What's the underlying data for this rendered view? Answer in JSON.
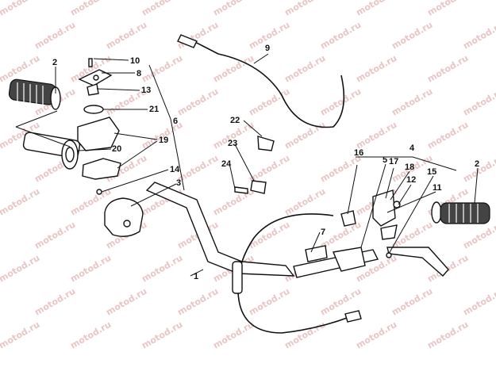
{
  "watermark": "motod.ru",
  "callouts": [
    {
      "id": "c1",
      "text": "1"
    },
    {
      "id": "c2a",
      "text": "2"
    },
    {
      "id": "c2b",
      "text": "2"
    },
    {
      "id": "c3",
      "text": "3"
    },
    {
      "id": "c4",
      "text": "4"
    },
    {
      "id": "c5",
      "text": "5"
    },
    {
      "id": "c6",
      "text": "6"
    },
    {
      "id": "c7",
      "text": "7"
    },
    {
      "id": "c8",
      "text": "8"
    },
    {
      "id": "c9",
      "text": "9"
    },
    {
      "id": "c10",
      "text": "10"
    },
    {
      "id": "c11",
      "text": "11"
    },
    {
      "id": "c12",
      "text": "12"
    },
    {
      "id": "c13",
      "text": "13"
    },
    {
      "id": "c14",
      "text": "14"
    },
    {
      "id": "c15",
      "text": "15"
    },
    {
      "id": "c16",
      "text": "16"
    },
    {
      "id": "c17",
      "text": "17"
    },
    {
      "id": "c18",
      "text": "18"
    },
    {
      "id": "c19",
      "text": "19"
    },
    {
      "id": "c20",
      "text": "20"
    },
    {
      "id": "c21",
      "text": "21"
    },
    {
      "id": "c22",
      "text": "22"
    },
    {
      "id": "c23",
      "text": "23"
    },
    {
      "id": "c24",
      "text": "24"
    }
  ]
}
